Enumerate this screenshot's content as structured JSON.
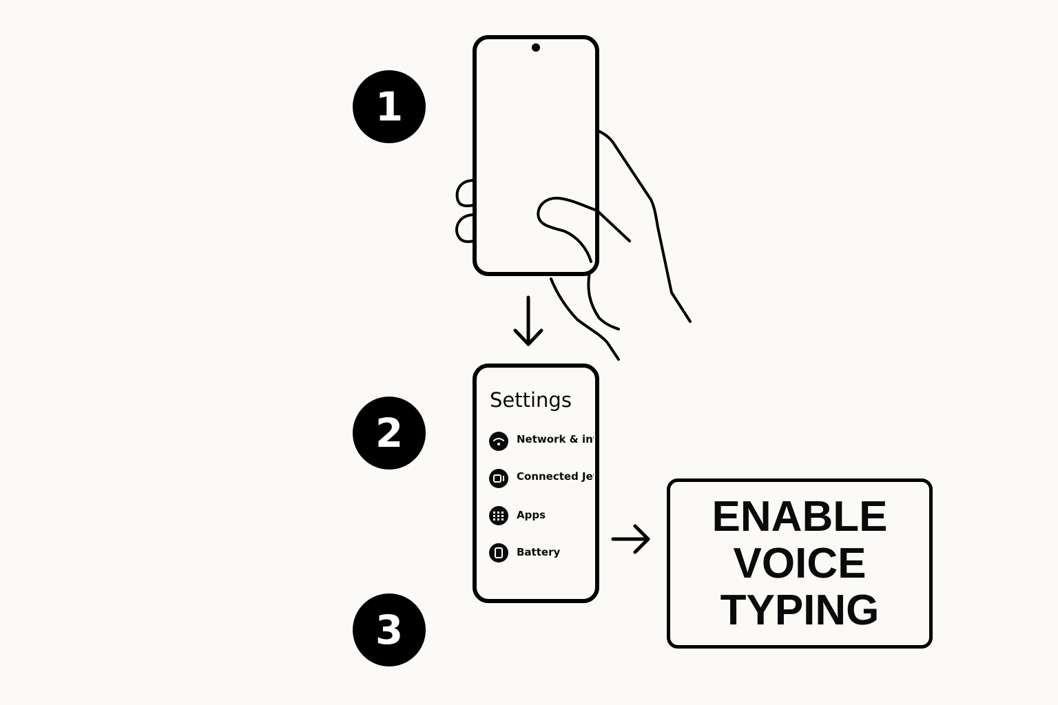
{
  "steps": [
    {
      "number": "1"
    },
    {
      "number": "2"
    },
    {
      "number": "3"
    }
  ],
  "settings_screen": {
    "title": "Settings",
    "items": [
      {
        "label": "Network & inter",
        "icon": "wifi-icon"
      },
      {
        "label": "Connected Jevic",
        "icon": "connected-devices-icon"
      },
      {
        "label": "Apps",
        "icon": "apps-grid-icon"
      },
      {
        "label": "Battery",
        "icon": "battery-icon"
      }
    ]
  },
  "action_box": {
    "lines": [
      "ENABLE",
      "VOICE",
      "TYPING"
    ]
  },
  "colors": {
    "background": "#fbfaf7",
    "ink": "#000000"
  }
}
